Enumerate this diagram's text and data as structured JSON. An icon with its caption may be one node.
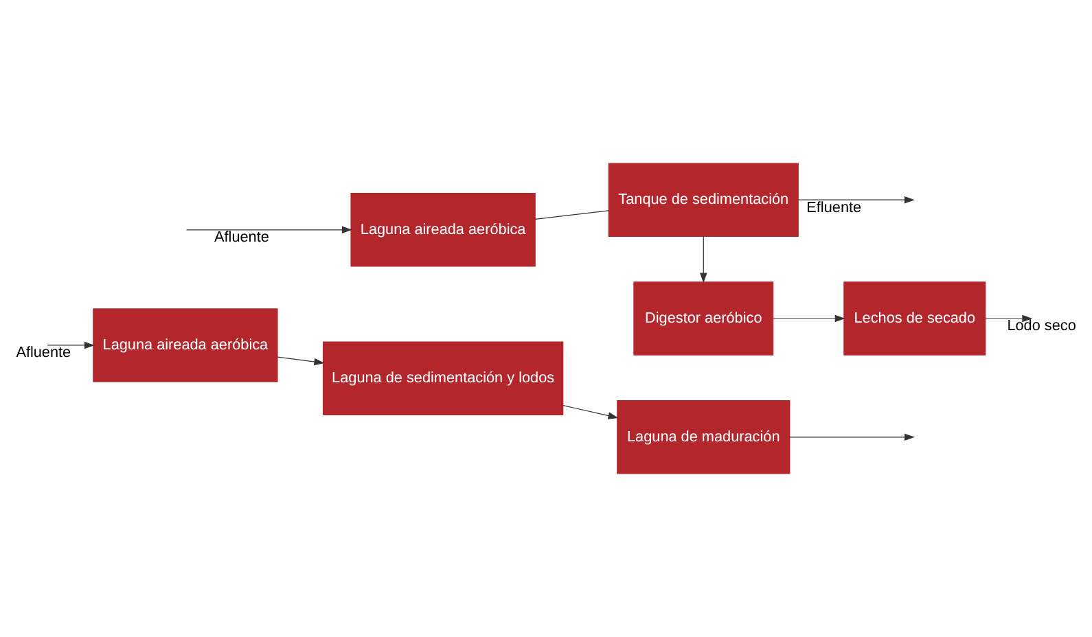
{
  "diagram": {
    "nodes": [
      {
        "text": [
          "Laguna aireada aeróbica"
        ]
      },
      {
        "text": [
          "Laguna de sedimentación y lodos"
        ]
      },
      {
        "text": [
          "Laguna de maduración"
        ]
      },
      {
        "text": [
          "Laguna aireada aeróbica"
        ]
      },
      {
        "text": [
          "Tanque de sedimentación"
        ]
      },
      {
        "text": [
          "Digestor aeróbico"
        ]
      },
      {
        "text": [
          "Lechos de secado"
        ]
      }
    ],
    "edges": [
      {
        "from": null,
        "to": 0,
        "arrow": "to",
        "label": "Afluente"
      },
      {
        "from": 0,
        "to": 1,
        "arrow": "to"
      },
      {
        "from": 1,
        "to": 2,
        "arrow": "to"
      },
      {
        "from": 2,
        "to": null,
        "arrow": "to"
      },
      {
        "from": null,
        "to": 3,
        "arrow": "to",
        "label": "Afluente"
      },
      {
        "from": 3,
        "to": 4,
        "arrow": "none"
      },
      {
        "from": 4,
        "to": null,
        "arrow": "to",
        "label": "Efluente"
      },
      {
        "from": 4,
        "to": 5,
        "arrow": "to"
      },
      {
        "from": 5,
        "to": 6,
        "arrow": "to"
      },
      {
        "from": 6,
        "to": null,
        "arrow": "to",
        "label": "Lodo seco"
      }
    ]
  }
}
